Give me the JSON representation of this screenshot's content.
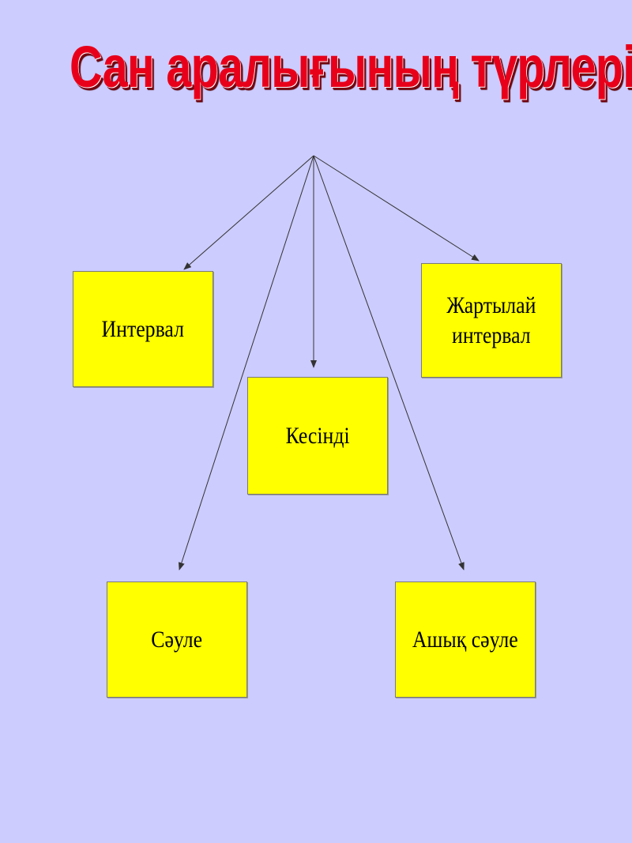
{
  "title": "Сан аралығының түрлері",
  "boxes": {
    "interval": "Интервал",
    "half_interval_line1": "Жартылай",
    "half_interval_line2": "интервал",
    "segment": "Кесінді",
    "ray": "Сәуле",
    "open_ray": "Ашық сәуле"
  },
  "colors": {
    "background": "#ccccff",
    "box_fill": "#ffff00",
    "title": "#e8001a",
    "connector": "#333333"
  }
}
